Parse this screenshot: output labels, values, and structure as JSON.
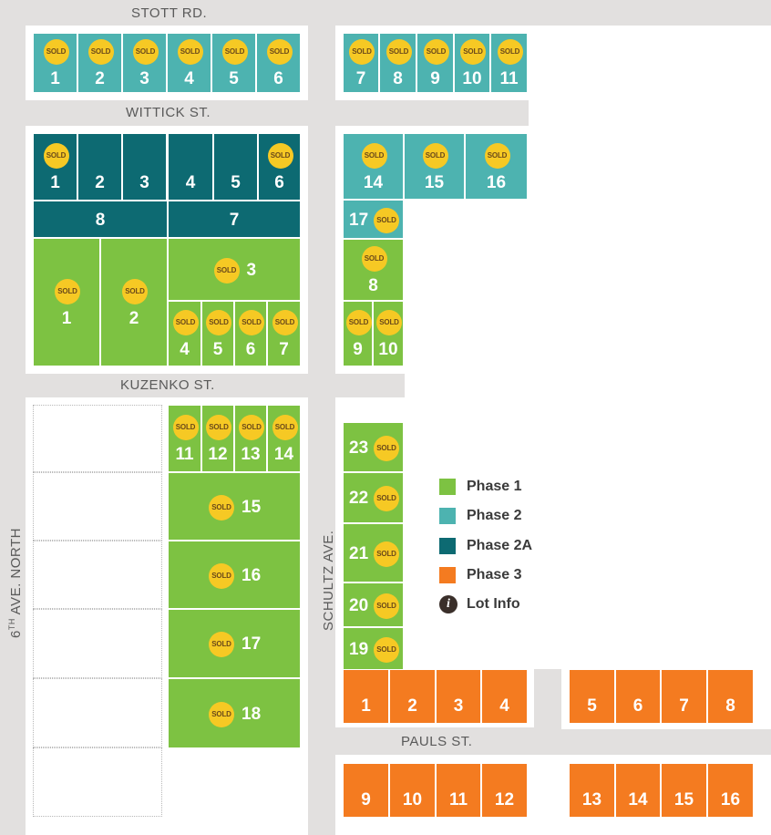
{
  "streets": {
    "stott": "STOTT RD.",
    "wittick": "WITTICK ST.",
    "kuzenko": "KUZENKO ST.",
    "pauls": "PAULS ST.",
    "schultz": "SCHULTZ AVE.",
    "sixth_prefix": "6",
    "sixth_sup": "TH",
    "sixth_suffix": " AVE. NORTH"
  },
  "sold_label": "SOLD",
  "legend": {
    "phase1": "Phase 1",
    "phase2": "Phase 2",
    "phase2a": "Phase 2A",
    "phase3": "Phase 3",
    "lot_info": "Lot Info",
    "info_glyph": "i"
  },
  "colors": {
    "phase1": "#7dc242",
    "phase2": "#4db3b0",
    "phase2a": "#0d6a72",
    "phase3": "#f47b20",
    "sold_badge": "#f6c924"
  },
  "lots": [
    {
      "label": "1",
      "phase": "p2",
      "sold": true
    },
    {
      "label": "2",
      "phase": "p2",
      "sold": true
    },
    {
      "label": "3",
      "phase": "p2",
      "sold": true
    },
    {
      "label": "4",
      "phase": "p2",
      "sold": true
    },
    {
      "label": "5",
      "phase": "p2",
      "sold": true
    },
    {
      "label": "6",
      "phase": "p2",
      "sold": true
    },
    {
      "label": "7",
      "phase": "p2",
      "sold": true
    },
    {
      "label": "8",
      "phase": "p2",
      "sold": true
    },
    {
      "label": "9",
      "phase": "p2",
      "sold": true
    },
    {
      "label": "10",
      "phase": "p2",
      "sold": true
    },
    {
      "label": "11",
      "phase": "p2",
      "sold": true
    },
    {
      "label": "1",
      "phase": "p2a",
      "sold": true
    },
    {
      "label": "2",
      "phase": "p2a",
      "sold": false
    },
    {
      "label": "3",
      "phase": "p2a",
      "sold": false
    },
    {
      "label": "4",
      "phase": "p2a",
      "sold": false
    },
    {
      "label": "5",
      "phase": "p2a",
      "sold": false
    },
    {
      "label": "6",
      "phase": "p2a",
      "sold": true
    },
    {
      "label": "8",
      "phase": "p2a",
      "sold": false
    },
    {
      "label": "7",
      "phase": "p2a",
      "sold": false
    },
    {
      "label": "1",
      "phase": "p1",
      "sold": true
    },
    {
      "label": "2",
      "phase": "p1",
      "sold": true
    },
    {
      "label": "3",
      "phase": "p1",
      "sold": true
    },
    {
      "label": "4",
      "phase": "p1",
      "sold": true
    },
    {
      "label": "5",
      "phase": "p1",
      "sold": true
    },
    {
      "label": "6",
      "phase": "p1",
      "sold": true
    },
    {
      "label": "7",
      "phase": "p1",
      "sold": true
    },
    {
      "label": "14",
      "phase": "p2",
      "sold": true
    },
    {
      "label": "15",
      "phase": "p2",
      "sold": true
    },
    {
      "label": "16",
      "phase": "p2",
      "sold": true
    },
    {
      "label": "17",
      "phase": "p2",
      "sold": true
    },
    {
      "label": "8",
      "phase": "p1",
      "sold": true
    },
    {
      "label": "9",
      "phase": "p1",
      "sold": true
    },
    {
      "label": "10",
      "phase": "p1",
      "sold": true
    },
    {
      "label": "11",
      "phase": "p1",
      "sold": true
    },
    {
      "label": "12",
      "phase": "p1",
      "sold": true
    },
    {
      "label": "13",
      "phase": "p1",
      "sold": true
    },
    {
      "label": "14",
      "phase": "p1",
      "sold": true
    },
    {
      "label": "15",
      "phase": "p1",
      "sold": true
    },
    {
      "label": "16",
      "phase": "p1",
      "sold": true
    },
    {
      "label": "17",
      "phase": "p1",
      "sold": true
    },
    {
      "label": "18",
      "phase": "p1",
      "sold": true
    },
    {
      "label": "23",
      "phase": "p1",
      "sold": true
    },
    {
      "label": "22",
      "phase": "p1",
      "sold": true
    },
    {
      "label": "21",
      "phase": "p1",
      "sold": true
    },
    {
      "label": "20",
      "phase": "p1",
      "sold": true
    },
    {
      "label": "19",
      "phase": "p1",
      "sold": true
    },
    {
      "label": "1",
      "phase": "p3",
      "sold": false
    },
    {
      "label": "2",
      "phase": "p3",
      "sold": false
    },
    {
      "label": "3",
      "phase": "p3",
      "sold": false
    },
    {
      "label": "4",
      "phase": "p3",
      "sold": false
    },
    {
      "label": "5",
      "phase": "p3",
      "sold": false
    },
    {
      "label": "6",
      "phase": "p3",
      "sold": false
    },
    {
      "label": "7",
      "phase": "p3",
      "sold": false
    },
    {
      "label": "8",
      "phase": "p3",
      "sold": false
    },
    {
      "label": "9",
      "phase": "p3",
      "sold": false
    },
    {
      "label": "10",
      "phase": "p3",
      "sold": false
    },
    {
      "label": "11",
      "phase": "p3",
      "sold": false
    },
    {
      "label": "12",
      "phase": "p3",
      "sold": false
    },
    {
      "label": "13",
      "phase": "p3",
      "sold": false
    },
    {
      "label": "14",
      "phase": "p3",
      "sold": false
    },
    {
      "label": "15",
      "phase": "p3",
      "sold": false
    },
    {
      "label": "16",
      "phase": "p3",
      "sold": false
    }
  ]
}
